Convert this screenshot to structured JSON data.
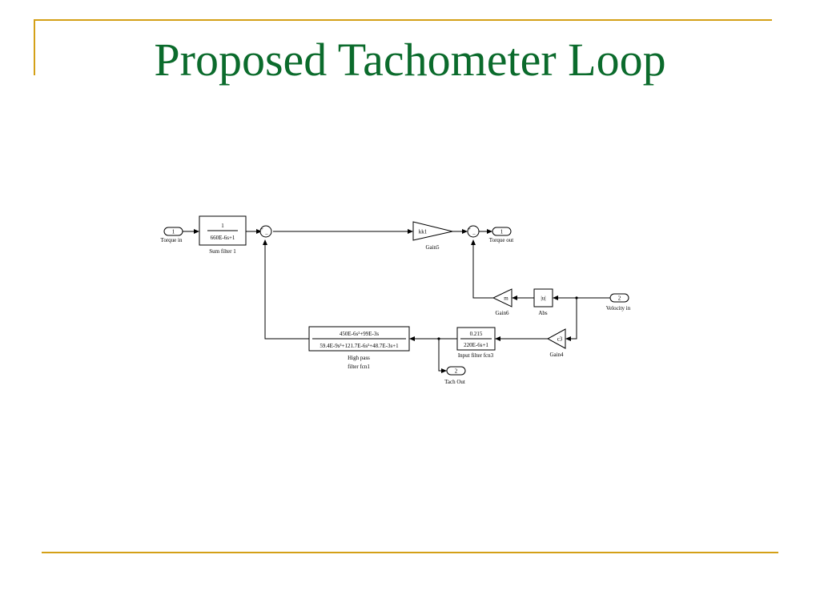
{
  "slide": {
    "title": "Proposed Tachometer Loop",
    "accent_color": "#d4a017",
    "title_color": "#0b6b2c"
  },
  "diagram": {
    "ports": {
      "torque_in": {
        "number": "1",
        "label": "Torque in"
      },
      "torque_out": {
        "number": "1",
        "label": "Torque out"
      },
      "velocity_in": {
        "number": "2",
        "label": "Velocity in"
      },
      "tach_out": {
        "number": "2",
        "label": "Tach Out"
      }
    },
    "blocks": {
      "sum_filter": {
        "label": "Sum filter 1",
        "numerator": "1",
        "denominator": "660E-6s+1"
      },
      "gain5": {
        "label": "Gain5",
        "value": "kk1"
      },
      "gain6": {
        "label": "Gain6",
        "value": "m"
      },
      "abs": {
        "label": "Abs",
        "value": "|u|"
      },
      "gain4": {
        "label": "Gain4",
        "value": "c3"
      },
      "input_filter": {
        "label": "Input filter fcn3",
        "numerator": "0.215",
        "denominator": "220E-6s+1"
      },
      "high_pass": {
        "label_line1": "High pass",
        "label_line2": "filter fcn1",
        "numerator": "450E-6s²+99E-3s",
        "denominator": "59.4E-9s³+121.7E-6s²+48.7E-3s+1"
      }
    },
    "sums": {
      "sum1": {
        "signs": [
          "+",
          "−"
        ]
      },
      "sum2": {
        "signs": [
          "+",
          "−"
        ]
      }
    }
  }
}
